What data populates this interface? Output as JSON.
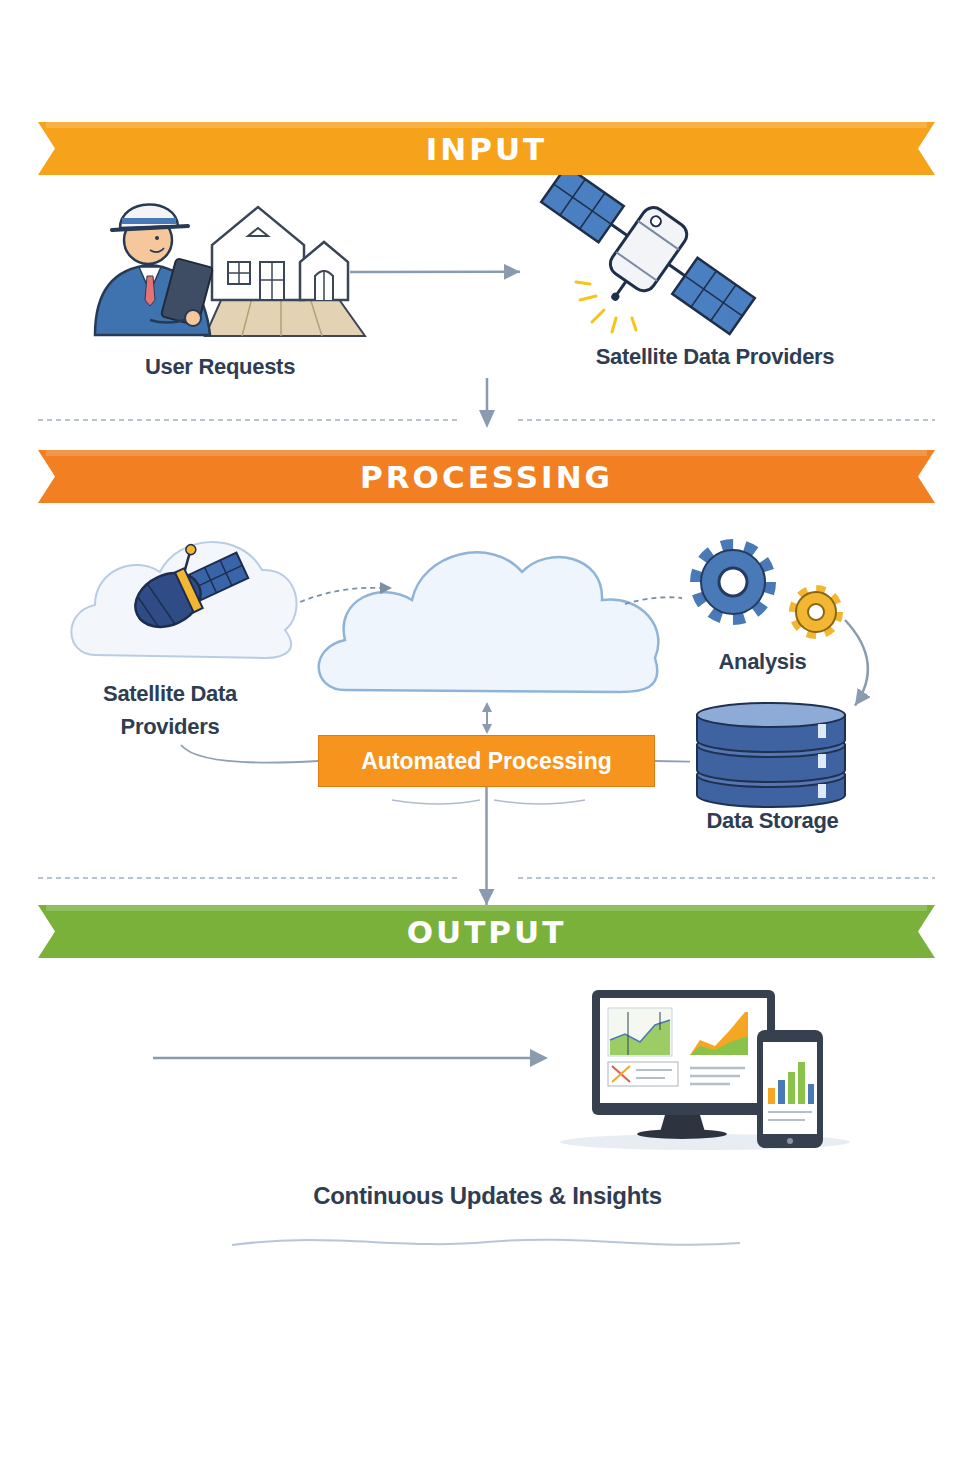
{
  "diagram": {
    "nodes": [
      {
        "text": [
          "INPUT"
        ]
      },
      {
        "text": [
          "User Requests"
        ]
      },
      {
        "text": [
          "Satellite Data Providers"
        ]
      },
      {
        "text": [
          "PROCESSING"
        ]
      },
      {
        "text": [
          "Satellite Data Providers"
        ]
      },
      {
        "text": [
          "Analysis"
        ]
      },
      {
        "text": [
          "Automated Processing"
        ]
      },
      {
        "text": [
          "Data Storage"
        ]
      },
      {
        "text": [
          "OUTPUT"
        ]
      },
      {
        "text": [
          "Continuous Updates & Insights"
        ]
      }
    ],
    "edges": [
      {
        "from": 1,
        "to": 2,
        "arrow": "to"
      },
      {
        "from": 5,
        "to": 7,
        "arrow": "to"
      },
      {
        "from": 4,
        "to": 6,
        "arrow": "none"
      },
      {
        "from": 6,
        "to": 7,
        "arrow": "none"
      },
      {
        "from": 6,
        "to": 8,
        "arrow": "to"
      }
    ]
  }
}
